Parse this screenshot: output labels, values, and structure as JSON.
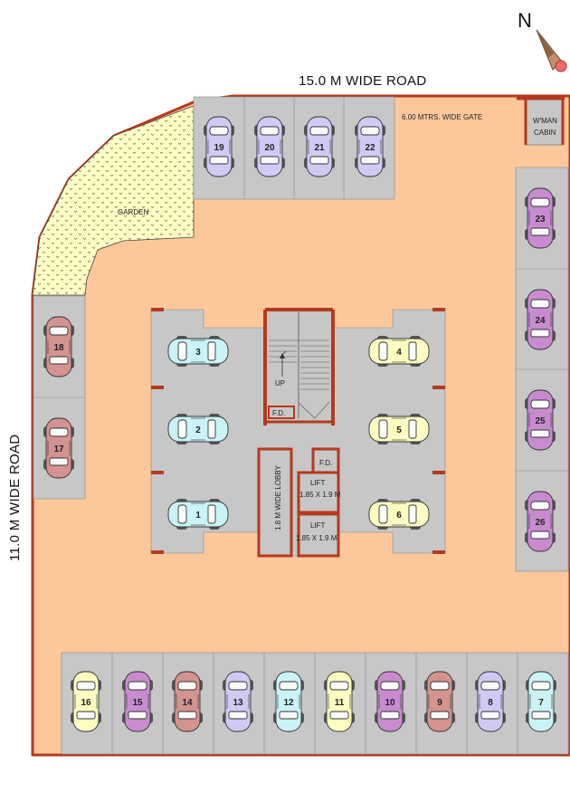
{
  "roads": {
    "north": "15.0 M WIDE ROAD",
    "west": "11.0 M WIDE ROAD"
  },
  "compass": {
    "label": "N"
  },
  "labels": {
    "gate": "6.00 MTRS. WIDE GATE",
    "watchman_line1": "W'MAN",
    "watchman_line2": "CABIN",
    "garden": "GARDEN",
    "stair_up": "UP",
    "fd_stair": "F.D.",
    "fd_lift": "F.D.",
    "lobby": "1.8 M WIDE LOBBY",
    "lift1_title": "LIFT",
    "lift1_size": "1.85 X 1.9 M",
    "lift2_title": "LIFT",
    "lift2_size": "1.85 X 1.9 M"
  },
  "colors": {
    "site": "#fcc89b",
    "wall": "#b5391e",
    "bay": "#c7c7c7",
    "garden": "#fdfdc4"
  },
  "cars": [
    {
      "n": "1",
      "color": "#c9f3f7"
    },
    {
      "n": "2",
      "color": "#c9f3f7"
    },
    {
      "n": "3",
      "color": "#c9f3f7"
    },
    {
      "n": "4",
      "color": "#fdfcc0"
    },
    {
      "n": "5",
      "color": "#fdfcc0"
    },
    {
      "n": "6",
      "color": "#fdfcc0"
    },
    {
      "n": "7",
      "color": "#c9f3f7"
    },
    {
      "n": "8",
      "color": "#cfcaf4"
    },
    {
      "n": "9",
      "color": "#d4938e"
    },
    {
      "n": "10",
      "color": "#c98bd0"
    },
    {
      "n": "11",
      "color": "#fdfcc0"
    },
    {
      "n": "12",
      "color": "#c9f3f7"
    },
    {
      "n": "13",
      "color": "#cfcaf4"
    },
    {
      "n": "14",
      "color": "#d4938e"
    },
    {
      "n": "15",
      "color": "#c98bd0"
    },
    {
      "n": "16",
      "color": "#fdfcc0"
    },
    {
      "n": "17",
      "color": "#d4938e"
    },
    {
      "n": "18",
      "color": "#d4938e"
    },
    {
      "n": "19",
      "color": "#cfcaf4"
    },
    {
      "n": "20",
      "color": "#cfcaf4"
    },
    {
      "n": "21",
      "color": "#cfcaf4"
    },
    {
      "n": "22",
      "color": "#cfcaf4"
    },
    {
      "n": "23",
      "color": "#c98bd0"
    },
    {
      "n": "24",
      "color": "#c98bd0"
    },
    {
      "n": "25",
      "color": "#c98bd0"
    },
    {
      "n": "26",
      "color": "#c98bd0"
    }
  ]
}
